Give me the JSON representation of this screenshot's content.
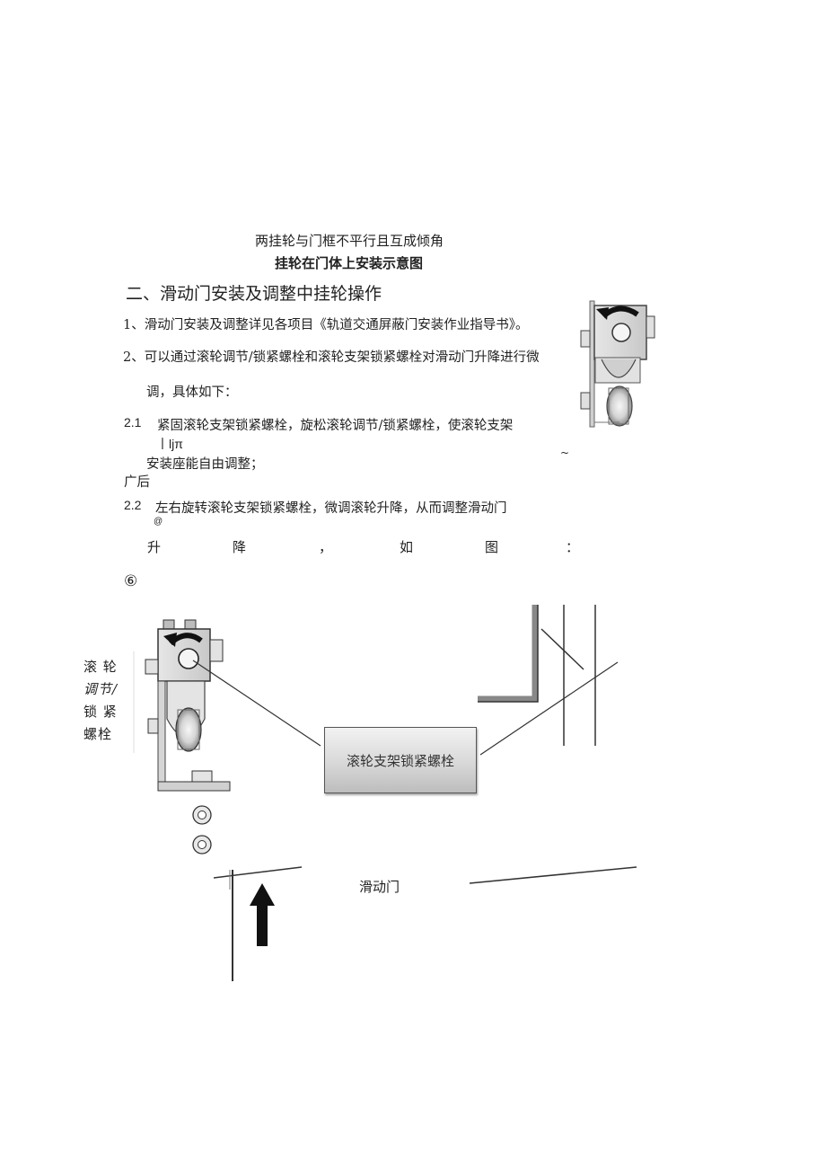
{
  "captions": {
    "line1": "两挂轮与门框不平行且互成倾角",
    "line2": "挂轮在门体上安装示意图"
  },
  "section": {
    "heading": "二、滑动门安装及调整中挂轮操作"
  },
  "items": {
    "item1": "1、滑动门安装及调整详见各项目《轨道交通屏蔽门安装作业指导书》。",
    "item2_line1": "2、可以通过滚轮调节/锁紧螺栓和滚轮支架锁紧螺栓对滑动门升降进行微",
    "item2_line2": "调，具体如下：",
    "item21_num": "2.1",
    "item21_line1": "紧固滚轮支架锁紧螺栓，旋松滚轮调节/锁紧螺栓，使滚轮支架",
    "item21_artifact": "丨ljπ",
    "item21_line2": "安装座能自由调整；",
    "tilde": "~",
    "item21_line3": "广后",
    "item22_num": "2.2",
    "item22_line1": "左右旋转滚轮支架锁紧螺栓，微调滚轮升降，从而调整滑动门",
    "at_mark": "@",
    "spread": [
      "升",
      "降",
      "，",
      "如",
      "图",
      "："
    ],
    "circled": "⑥"
  },
  "figure": {
    "left_label": [
      "滚 轮",
      "调节/",
      "锁 紧",
      "螺栓"
    ],
    "box_label": "滚轮支架锁紧螺栓",
    "door_label": "滑动门"
  }
}
